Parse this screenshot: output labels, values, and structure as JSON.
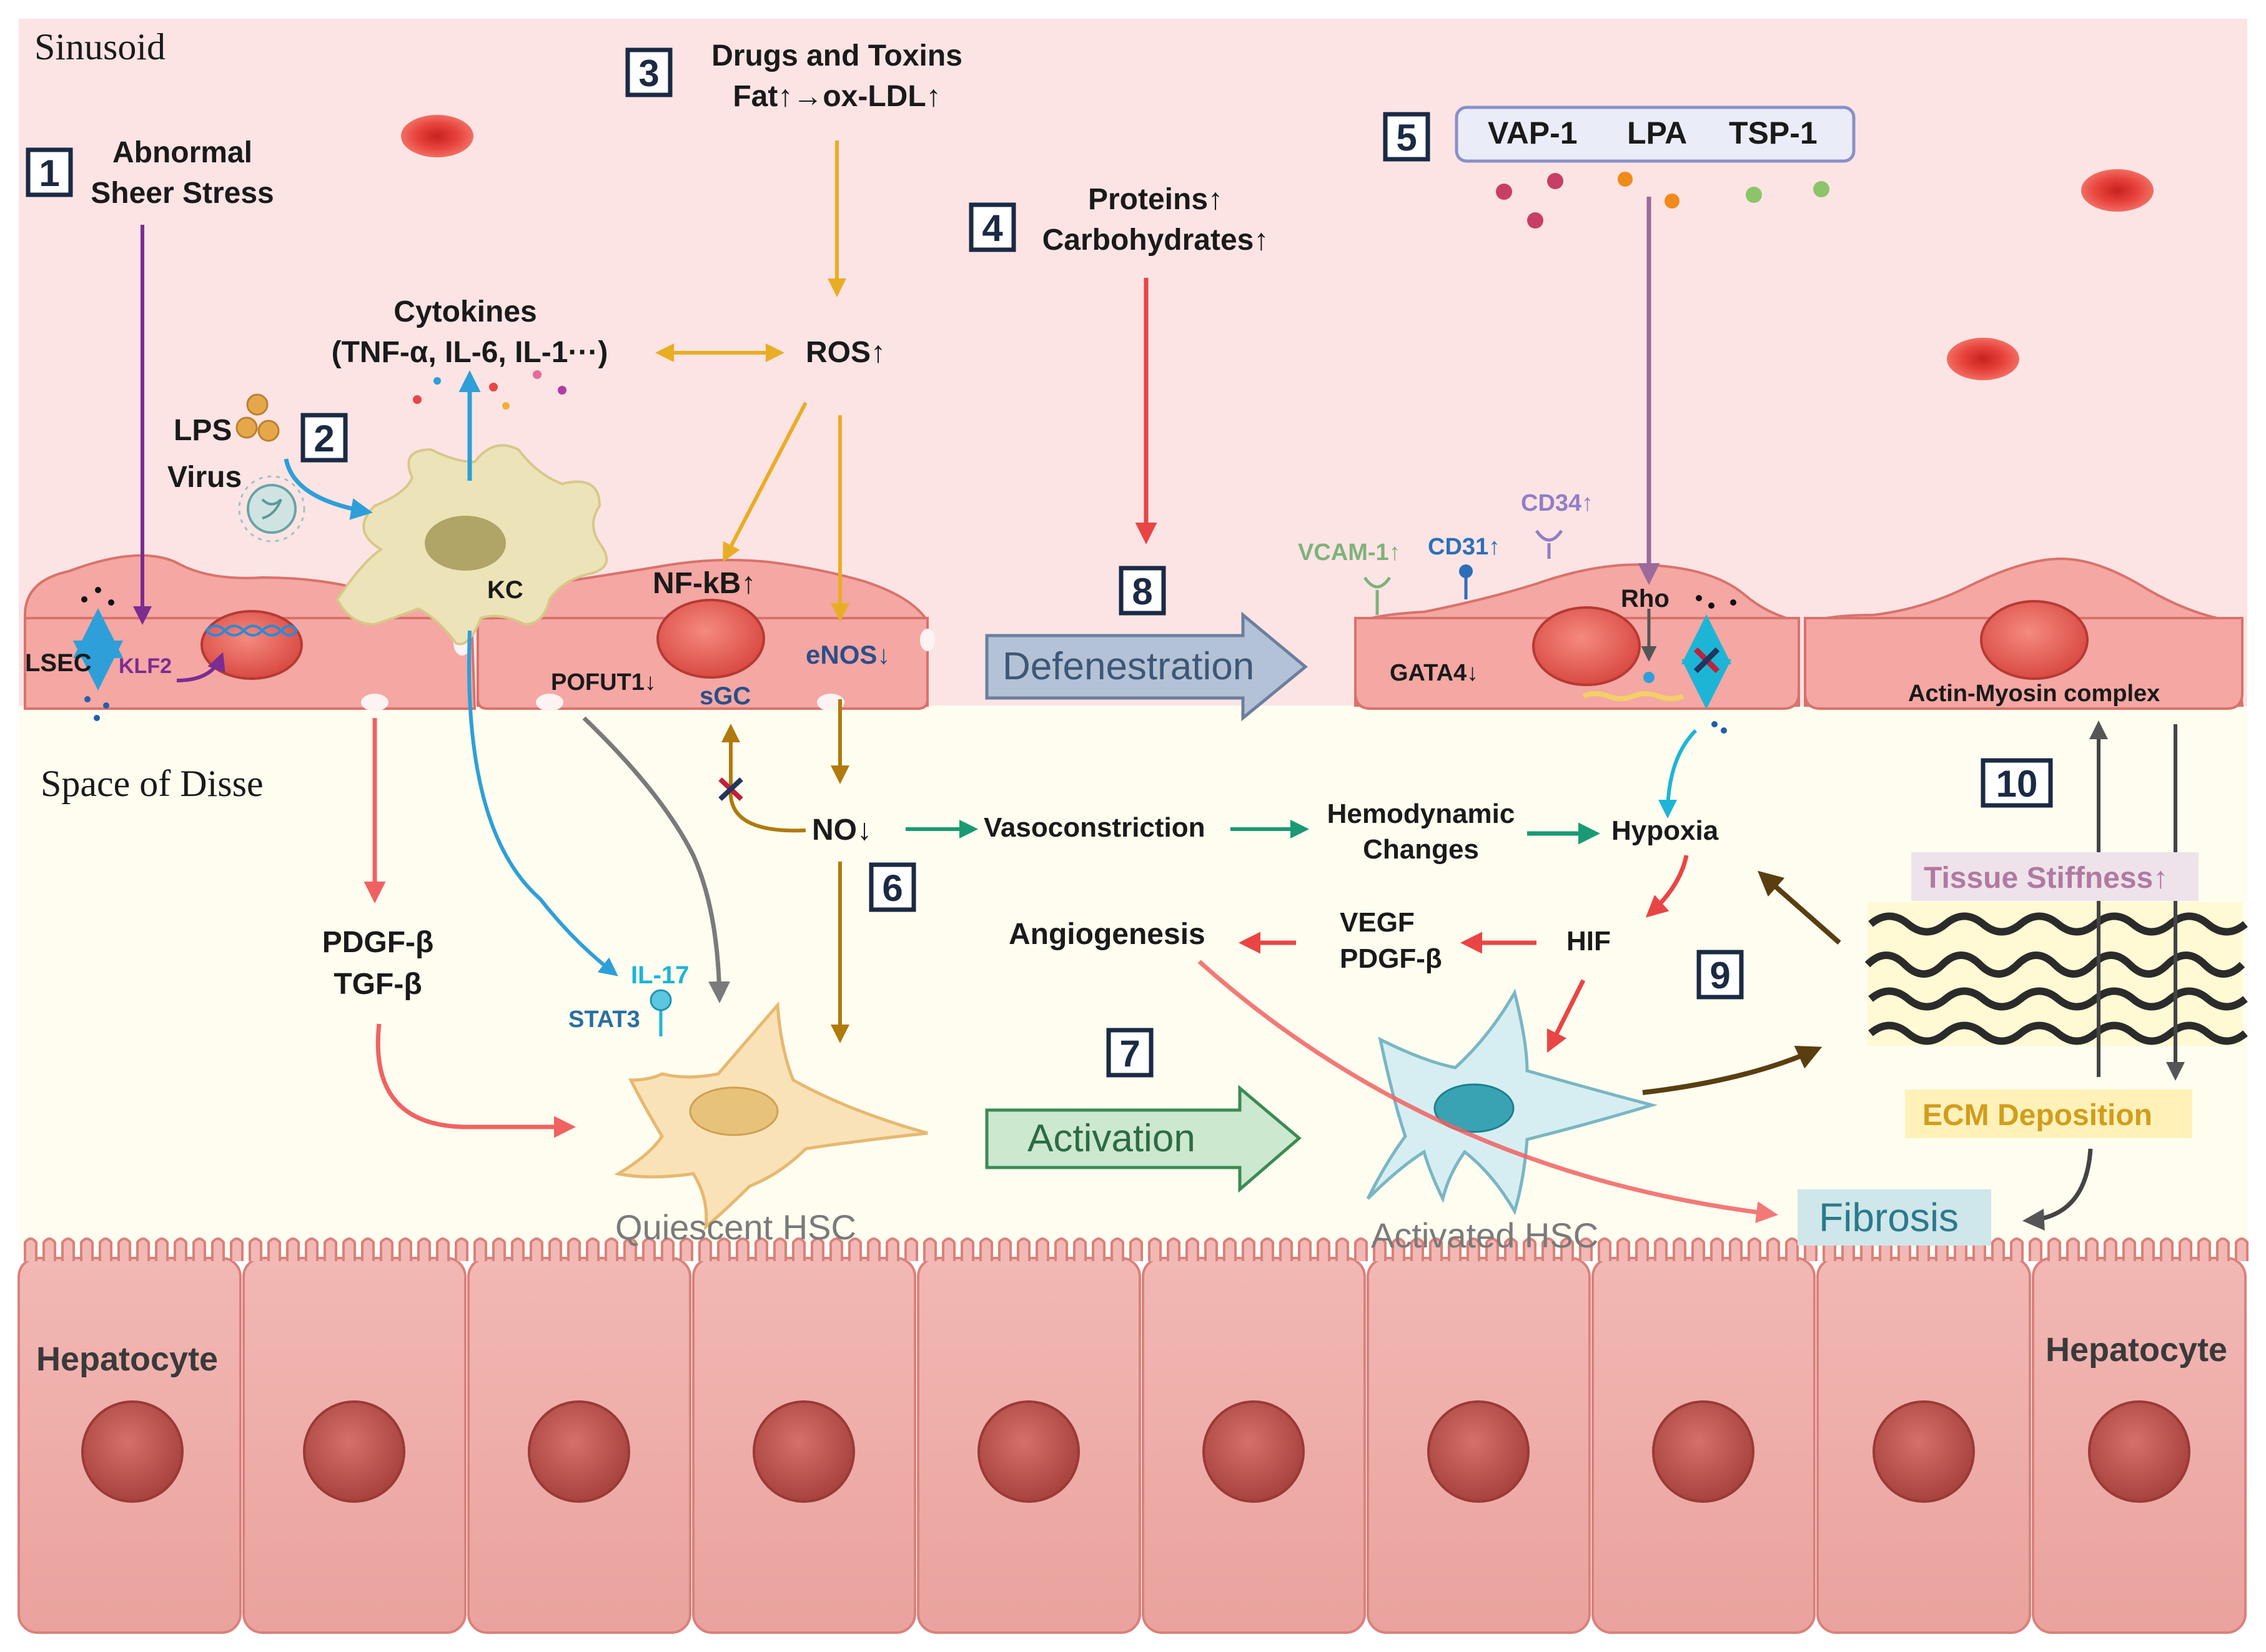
{
  "regions": {
    "sinusoid": "Sinusoid",
    "space_of_disse": "Space of Disse",
    "hepatocyte_left": "Hepatocyte",
    "hepatocyte_right": "Hepatocyte"
  },
  "steps": {
    "s1": {
      "num": "1",
      "line1": "Abnormal",
      "line2": "Sheer Stress"
    },
    "s2": {
      "num": "2"
    },
    "s3": {
      "num": "3",
      "line1": "Drugs and Toxins",
      "line2": "Fat↑→ox-LDL↑"
    },
    "s4": {
      "num": "4",
      "line1": "Proteins↑",
      "line2": "Carbohydrates↑"
    },
    "s5": {
      "num": "5",
      "vap1": "VAP-1",
      "lpa": "LPA",
      "tsp1": "TSP-1"
    },
    "s6": {
      "num": "6"
    },
    "s7": {
      "num": "7"
    },
    "s8": {
      "num": "8"
    },
    "s9": {
      "num": "9"
    },
    "s10": {
      "num": "10"
    }
  },
  "labels": {
    "lps": "LPS",
    "virus": "Virus",
    "cytokines_1": "Cytokines",
    "cytokines_2": "(TNF-α, IL-6, IL-1···)",
    "ros": "ROS↑",
    "kc": "KC",
    "nfkb": "NF-kB↑",
    "lsec": "LSEC",
    "klf2": "KLF2",
    "pofut1": "POFUT1↓",
    "sgc": "sGC",
    "enos": "eNOS↓",
    "vcam1": "VCAM-1↑",
    "cd31": "CD31↑",
    "cd34": "CD34↑",
    "rho": "Rho",
    "gata4": "GATA4↓",
    "actin_myosin": "Actin-Myosin  complex",
    "pdgf_b": "PDGF-β",
    "tgf_b": "TGF-β",
    "il17": "IL-17",
    "stat3": "STAT3",
    "no": "NO↓",
    "vasoconstriction": "Vasoconstriction",
    "hemodynamic_1": "Hemodynamic",
    "hemodynamic_2": "Changes",
    "hypoxia": "Hypoxia",
    "angiogenesis": "Angiogenesis",
    "vegf": "VEGF",
    "pdgf_b2": "PDGF-β",
    "hif": "HIF",
    "quiescent_hsc": "Quiescent HSC",
    "activated_hsc": "Activated HSC",
    "tissue_stiffness": "Tissue Stiffness↑",
    "ecm_deposition": "ECM Deposition",
    "fibrosis": "Fibrosis",
    "defenestration": "Defenestration",
    "activation": "Activation"
  },
  "colors": {
    "sinusoid_bg": "#fce4e4",
    "disse_bg": "#fefdf0",
    "cell_fill": "#f4a7a3",
    "cell_stroke": "#d9726c",
    "orange_arrow": "#e9ad24",
    "red_arrow": "#e94545",
    "blue_arrow": "#2e9fd8",
    "purple_arrow": "#7b2d91",
    "green_arrow": "#1a9a74",
    "brown_arrow": "#b07a0c",
    "dark_brown_arrow": "#5a3e10"
  }
}
